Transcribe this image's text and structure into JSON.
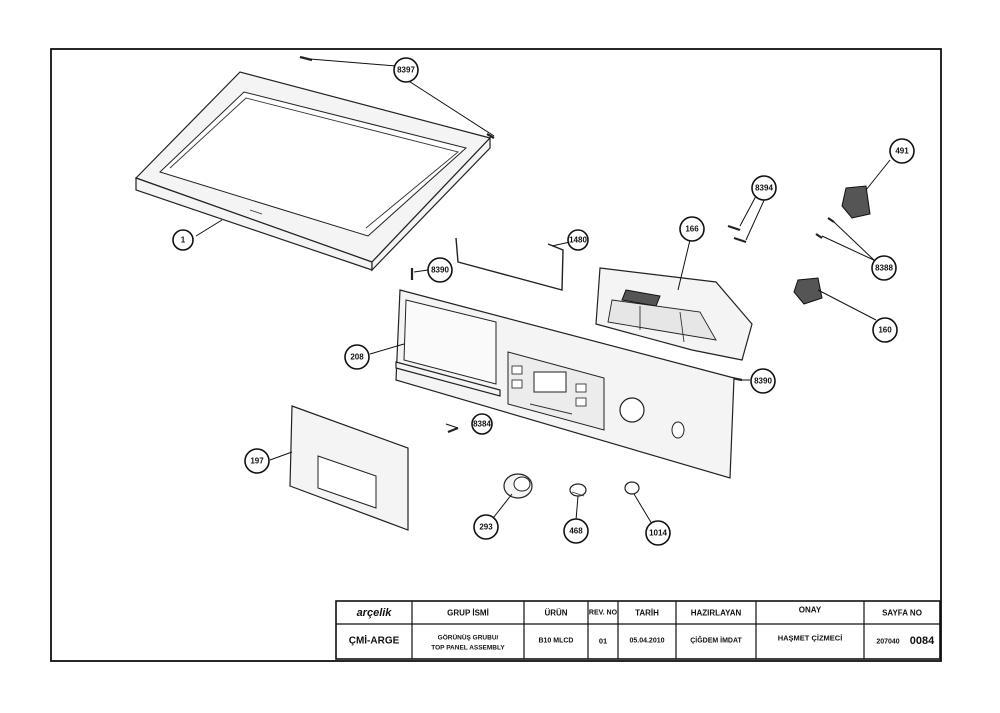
{
  "callouts": [
    {
      "id": "c8397",
      "label": "8397"
    },
    {
      "id": "c1",
      "label": "1"
    },
    {
      "id": "c491",
      "label": "491"
    },
    {
      "id": "c8394",
      "label": "8394"
    },
    {
      "id": "c1480",
      "label": "1480"
    },
    {
      "id": "c166",
      "label": "166"
    },
    {
      "id": "c8388",
      "label": "8388"
    },
    {
      "id": "c8390a",
      "label": "8390"
    },
    {
      "id": "c160",
      "label": "160"
    },
    {
      "id": "c208",
      "label": "208"
    },
    {
      "id": "c8390b",
      "label": "8390"
    },
    {
      "id": "c8384",
      "label": "8384"
    },
    {
      "id": "c197",
      "label": "197"
    },
    {
      "id": "c293",
      "label": "293"
    },
    {
      "id": "c468",
      "label": "468"
    },
    {
      "id": "c1014",
      "label": "1014"
    }
  ],
  "title_block": {
    "logo": "arçelik",
    "dept": "ÇMİ-ARGE",
    "headers": {
      "grup_ismi": "GRUP İSMİ",
      "urun": "ÜRÜN",
      "rev_no": "REV. NO",
      "tarih": "TARİH",
      "hazirlayan": "HAZIRLAYAN",
      "onay": "ONAY",
      "sayfa_no": "SAYFA NO"
    },
    "values": {
      "grup_ismi_line1": "GÖRÜNÜŞ GRUBU/",
      "grup_ismi_line2": "TOP PANEL ASSEMBLY",
      "urun": "B10 MLCD",
      "rev_no": "01",
      "tarih": "05.04.2010",
      "hazirlayan": "ÇİĞDEM İMDAT",
      "onay": "HAŞMET ÇİZMECİ",
      "sayfa_prefix": "207040",
      "sayfa_main": "0084"
    }
  }
}
